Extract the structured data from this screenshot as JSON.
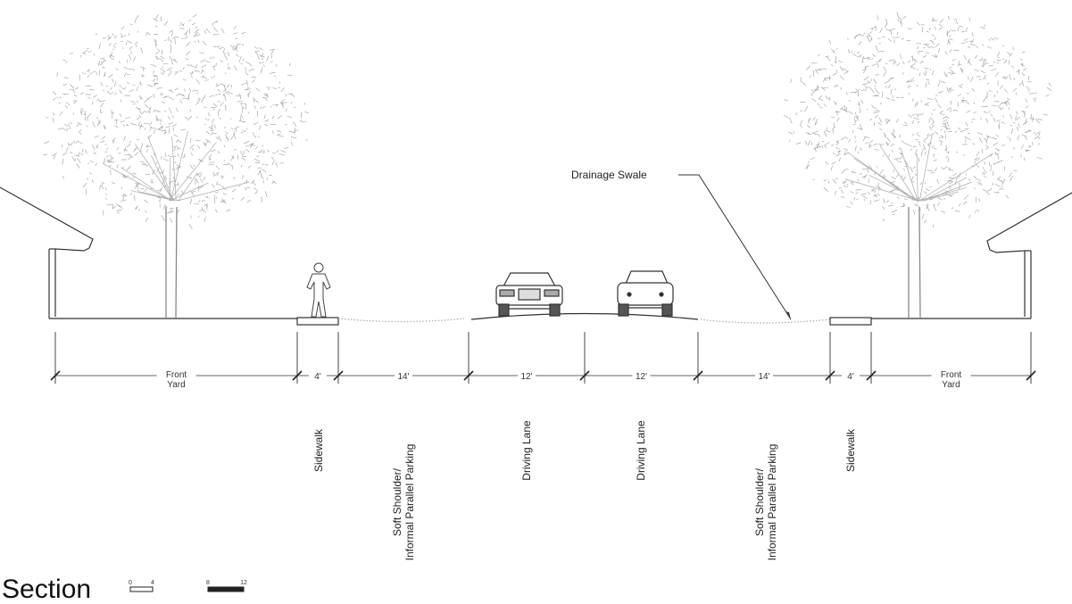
{
  "title": "Section",
  "scale_bar": {
    "ticks": [
      "0",
      "4",
      "8",
      "12"
    ]
  },
  "callout": "Drainage Swale",
  "dimensions": [
    {
      "id": "front-yard-left",
      "label": "Front\nYard"
    },
    {
      "id": "sidewalk-left",
      "label": "4'"
    },
    {
      "id": "shoulder-left",
      "label": "14'"
    },
    {
      "id": "lane-left",
      "label": "12'"
    },
    {
      "id": "lane-right",
      "label": "12'"
    },
    {
      "id": "shoulder-right",
      "label": "14'"
    },
    {
      "id": "sidewalk-right",
      "label": "4'"
    },
    {
      "id": "front-yard-right",
      "label": "Front\nYard"
    }
  ],
  "zones": [
    {
      "id": "sidewalk-left",
      "lines": [
        "Sidewalk"
      ]
    },
    {
      "id": "shoulder-left",
      "lines": [
        "Soft Shoulder/",
        "Informal Parallel Parking"
      ]
    },
    {
      "id": "lane-left",
      "lines": [
        "Driving Lane"
      ]
    },
    {
      "id": "lane-right",
      "lines": [
        "Driving Lane"
      ]
    },
    {
      "id": "shoulder-right",
      "lines": [
        "Soft Shoulder/",
        "Informal Parallel Parking"
      ]
    },
    {
      "id": "sidewalk-right",
      "lines": [
        "Sidewalk"
      ]
    }
  ]
}
